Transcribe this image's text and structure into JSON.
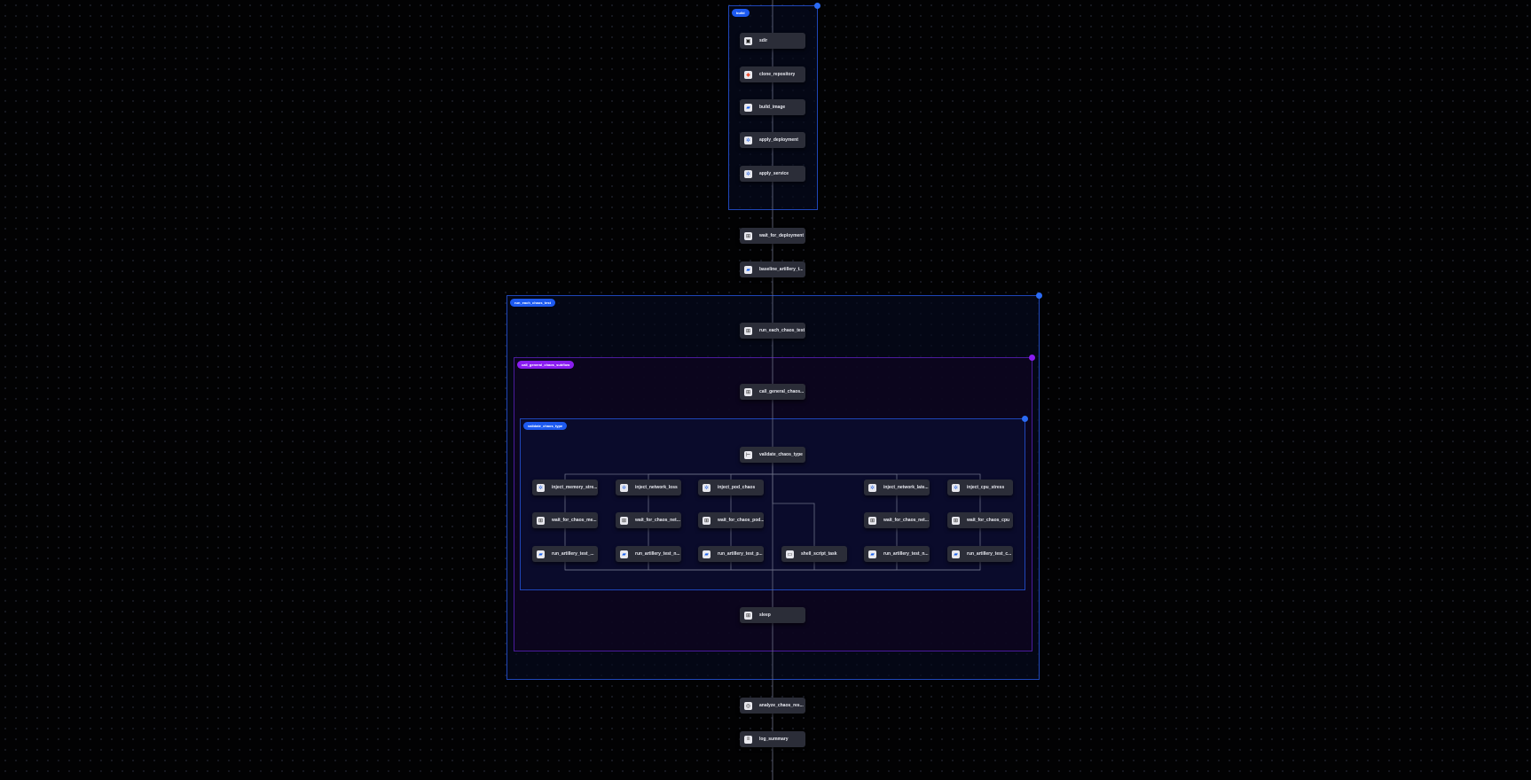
{
  "groups": [
    {
      "label": "build",
      "style": "blue"
    },
    {
      "label": "run_each_chaos_test",
      "style": "blue"
    },
    {
      "label": "call_general_chaos_subflow",
      "style": "purple"
    },
    {
      "label": "validate_chaos_type",
      "style": "navy"
    }
  ],
  "nodes": [
    {
      "label": "sdir",
      "icon": "folder-icon"
    },
    {
      "label": "clone_repository",
      "icon": "git-icon"
    },
    {
      "label": "build_image",
      "icon": "docker-icon"
    },
    {
      "label": "apply_deployment",
      "icon": "kubernetes-icon"
    },
    {
      "label": "apply_service",
      "icon": "kubernetes-icon"
    },
    {
      "label": "wait_for_deployment",
      "icon": "flow-icon"
    },
    {
      "label": "baseline_artillery_t...",
      "icon": "docker-icon"
    },
    {
      "label": "run_each_chaos_test",
      "icon": "flow-icon"
    },
    {
      "label": "call_general_chaos...",
      "icon": "flow-icon"
    },
    {
      "label": "validate_chaos_type",
      "icon": "switch-icon"
    },
    {
      "label": "inject_memory_stre...",
      "icon": "kubernetes-icon"
    },
    {
      "label": "inject_network_loss",
      "icon": "kubernetes-icon"
    },
    {
      "label": "inject_pod_chaos",
      "icon": "kubernetes-icon"
    },
    {
      "label": "inject_network_late...",
      "icon": "kubernetes-icon"
    },
    {
      "label": "inject_cpu_stress",
      "icon": "kubernetes-icon"
    },
    {
      "label": "wait_for_chaos_me...",
      "icon": "flow-icon"
    },
    {
      "label": "wait_for_chaos_net...",
      "icon": "flow-icon"
    },
    {
      "label": "wait_for_chaos_pod...",
      "icon": "flow-icon"
    },
    {
      "label": "wait_for_chaos_net...",
      "icon": "flow-icon"
    },
    {
      "label": "wait_for_chaos_cpu",
      "icon": "flow-icon"
    },
    {
      "label": "run_artillery_test_...",
      "icon": "docker-icon"
    },
    {
      "label": "run_artillery_test_n...",
      "icon": "docker-icon"
    },
    {
      "label": "run_artillery_test_p...",
      "icon": "docker-icon"
    },
    {
      "label": "shell_script_task",
      "icon": "terminal-icon"
    },
    {
      "label": "run_artillery_test_n...",
      "icon": "docker-icon"
    },
    {
      "label": "run_artillery_test_c...",
      "icon": "docker-icon"
    },
    {
      "label": "sleep",
      "icon": "flow-icon"
    },
    {
      "label": "analyze_chaos_res...",
      "icon": "python-icon"
    },
    {
      "label": "log_summary",
      "icon": "log-icon"
    }
  ],
  "colors": {
    "docker": "#1d63ed",
    "git": "#f05133",
    "kubernetes": "#326ce5",
    "edge": "#6b6f86"
  }
}
